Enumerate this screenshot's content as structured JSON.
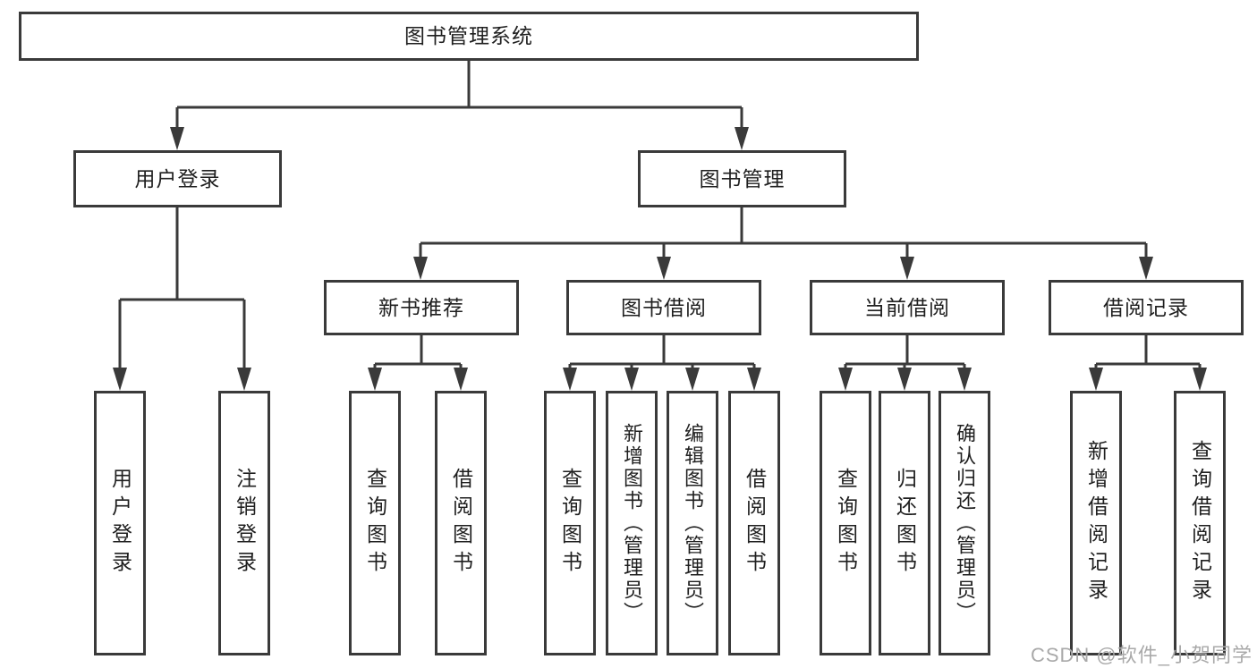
{
  "diagram": {
    "root": {
      "label": "图书管理系统"
    },
    "branches": [
      {
        "label": "用户登录",
        "children": [
          {
            "label": "用户登录"
          },
          {
            "label": "注销登录"
          }
        ]
      },
      {
        "label": "图书管理",
        "groups": [
          {
            "label": "新书推荐",
            "children": [
              {
                "label": "查询图书"
              },
              {
                "label": "借阅图书"
              }
            ]
          },
          {
            "label": "图书借阅",
            "children": [
              {
                "label": "查询图书"
              },
              {
                "label": "新增图书（管理员）"
              },
              {
                "label": "编辑图书（管理员）"
              },
              {
                "label": "借阅图书"
              }
            ]
          },
          {
            "label": "当前借阅",
            "children": [
              {
                "label": "查询图书"
              },
              {
                "label": "归还图书"
              },
              {
                "label": "确认归还（管理员）"
              }
            ]
          },
          {
            "label": "借阅记录",
            "children": [
              {
                "label": "新增借阅记录"
              },
              {
                "label": "查询借阅记录"
              }
            ]
          }
        ]
      }
    ]
  },
  "watermark": {
    "text": "CSDN @软件_小贺同学"
  },
  "colors": {
    "line": "#3a3a3a",
    "text": "#1f1f1f",
    "background": "#ffffff",
    "watermark": "#a9a9a9"
  }
}
